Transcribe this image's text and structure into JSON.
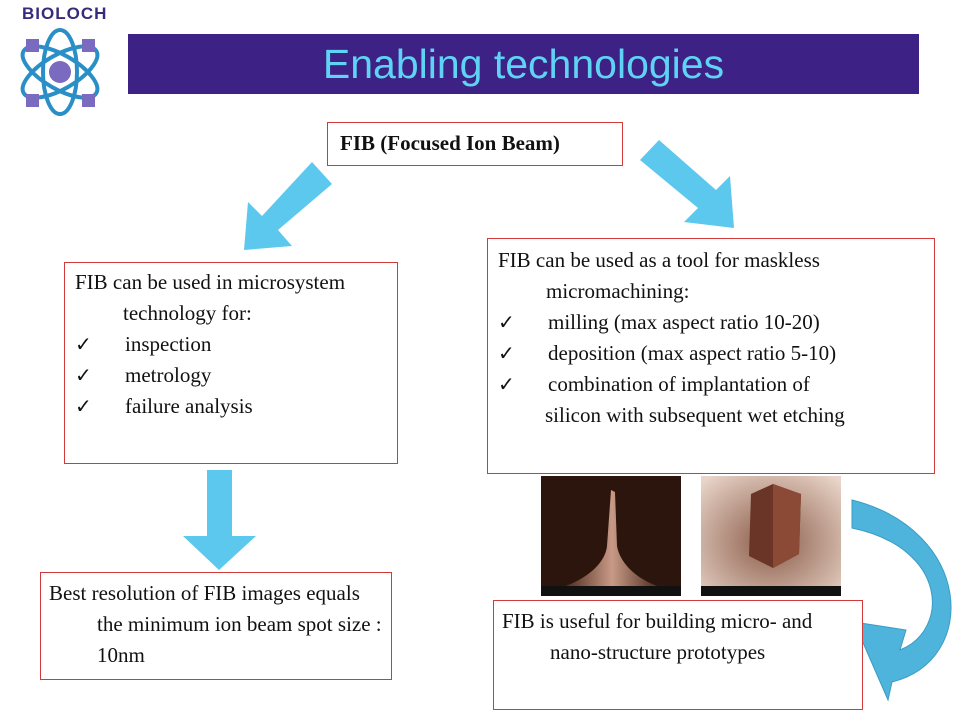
{
  "logo": {
    "text": "BIOLOCH"
  },
  "title": "Enabling technologies",
  "fib_box": {
    "text": "FIB (Focused Ion Beam)"
  },
  "left_box": {
    "intro": "FIB can be used in microsystem technology for:",
    "items": [
      "inspection",
      "metrology",
      "failure analysis"
    ]
  },
  "right_box": {
    "intro": "FIB can be used as a tool for maskless micromachining:",
    "items": [
      "milling (max aspect ratio 10-20)",
      "deposition (max aspect ratio 5-10)",
      "combination of implantation of"
    ],
    "continuation": "silicon with subsequent wet etching"
  },
  "bottom_left_box": {
    "text": "Best resolution of FIB images equals the minimum ion beam spot size : 10nm"
  },
  "bottom_right_box": {
    "text": "FIB is useful for building micro- and nano-structure prototypes"
  },
  "check_glyph": "✓",
  "colors": {
    "title_bar": "#3e2185",
    "title_text": "#5fd3f3",
    "box_border": "#d23a3a",
    "arrow": "#5cc8ee"
  }
}
